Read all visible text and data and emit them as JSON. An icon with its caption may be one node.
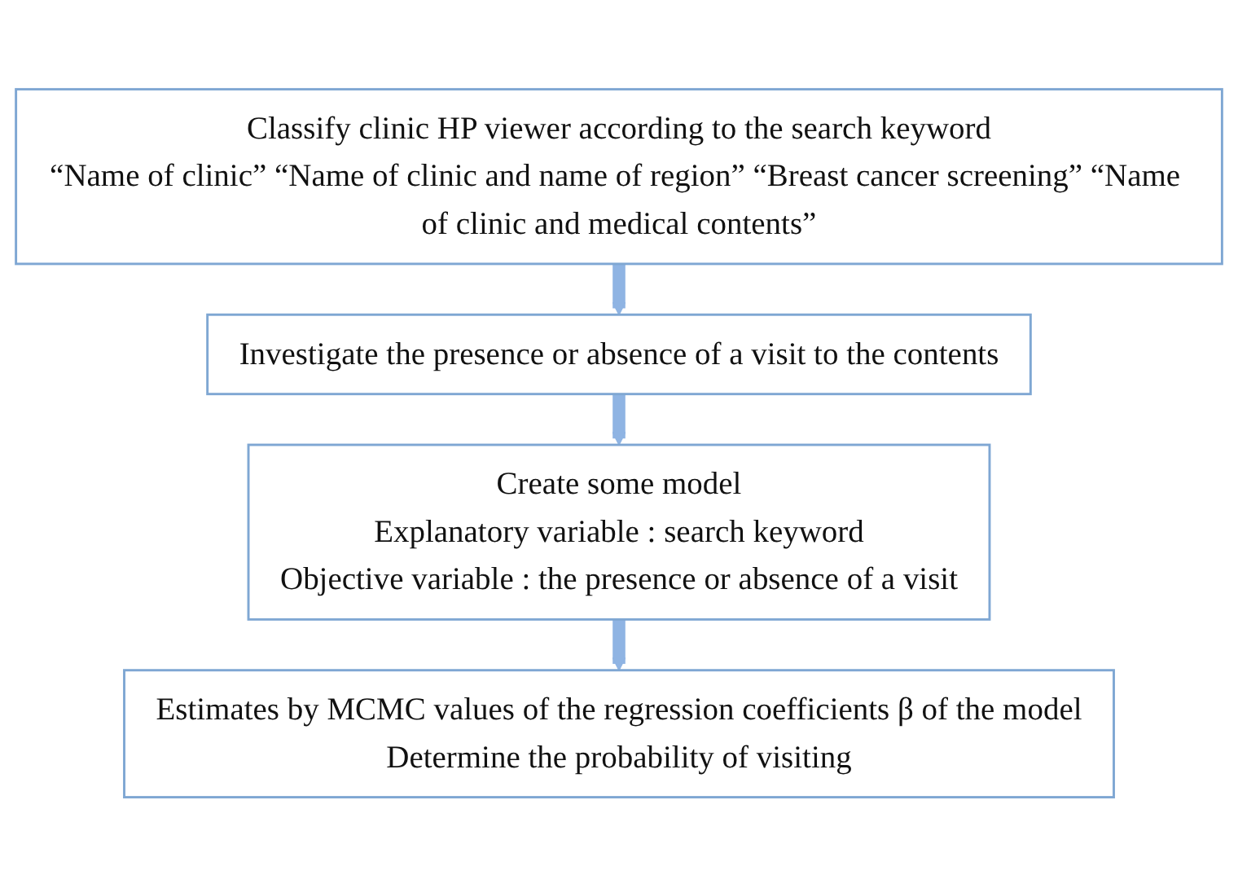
{
  "diagram": {
    "nodes": [
      {
        "text": [
          "Classify clinic HP viewer according to the search keyword",
          "“Name of clinic” “Name of clinic and name of region” “Breast cancer screening” “Name of clinic and medical contents”"
        ]
      },
      {
        "text": [
          "Investigate the presence or absence of a visit to the contents"
        ]
      },
      {
        "text": [
          "Create some model",
          "Explanatory variable : search keyword",
          "Objective variable : the presence or absence of a visit"
        ]
      },
      {
        "text": [
          "Estimates by MCMC values of the regression coefficients β of the model",
          "Determine the probability of visiting"
        ]
      }
    ],
    "edges": [
      {
        "from": 0,
        "to": 1,
        "arrow": "to"
      },
      {
        "from": 1,
        "to": 2,
        "arrow": "to"
      },
      {
        "from": 2,
        "to": 3,
        "arrow": "to"
      }
    ]
  }
}
